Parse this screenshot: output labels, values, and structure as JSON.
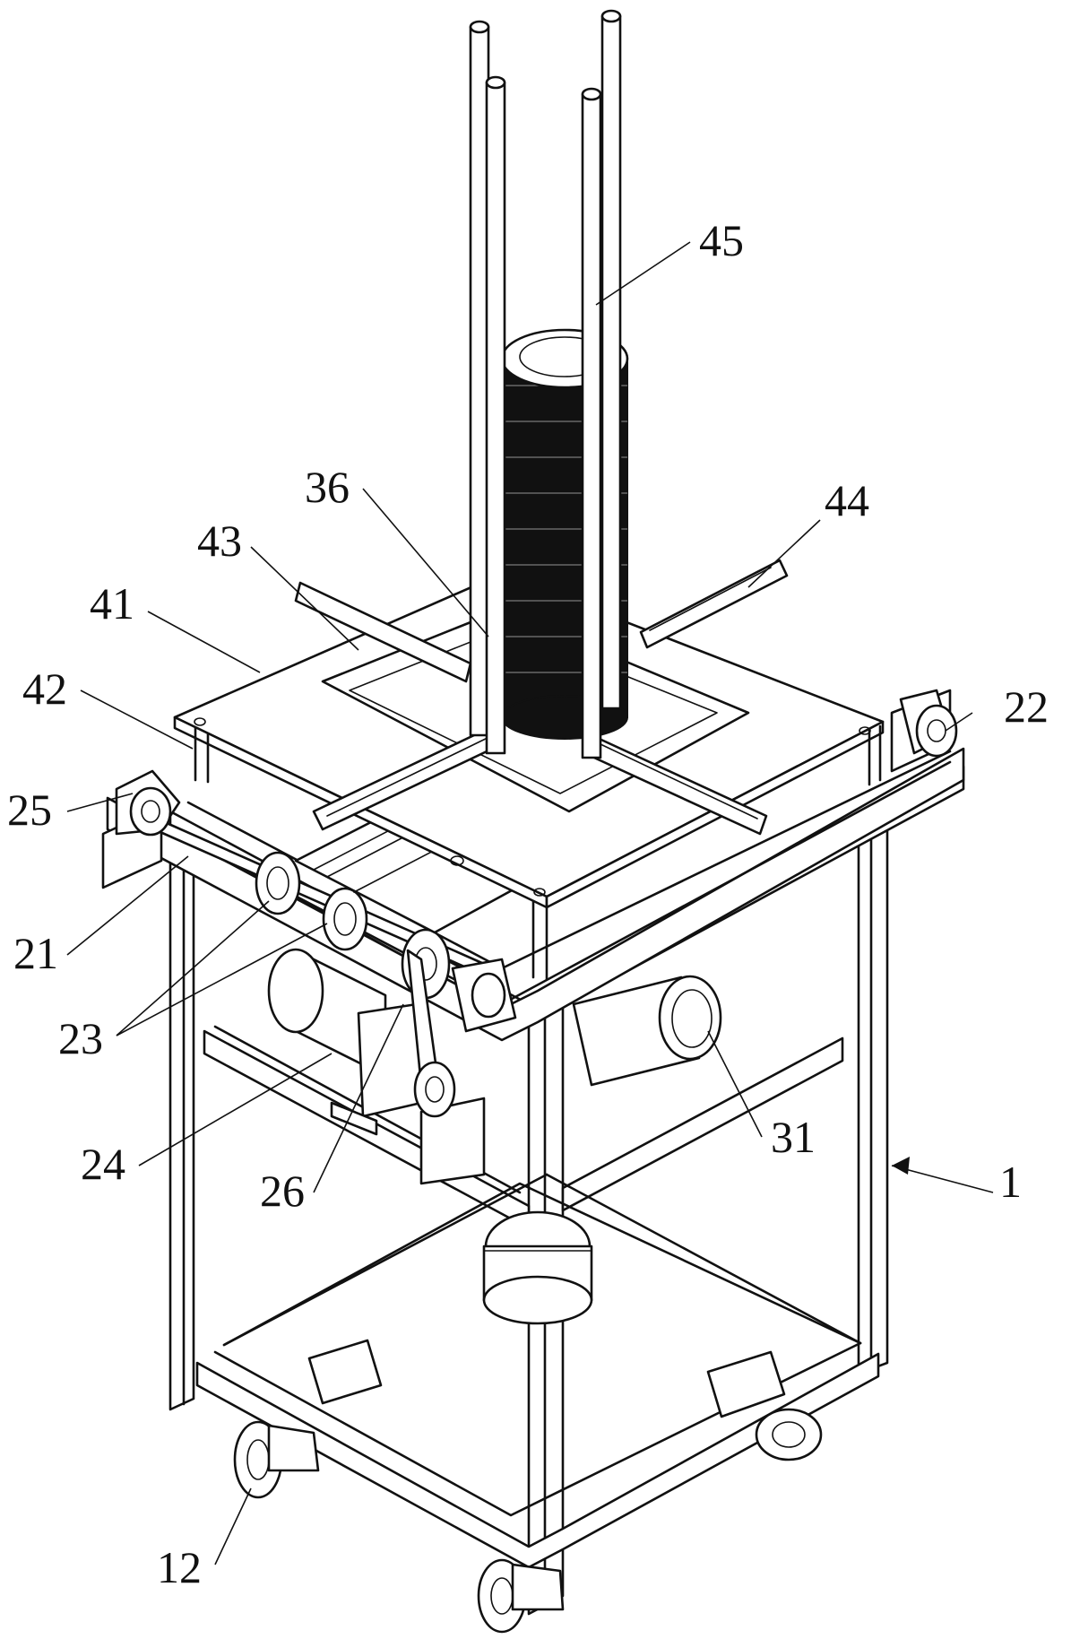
{
  "figure": {
    "callouts": [
      {
        "id": "c45",
        "text": "45"
      },
      {
        "id": "c36",
        "text": "36"
      },
      {
        "id": "c44",
        "text": "44"
      },
      {
        "id": "c43",
        "text": "43"
      },
      {
        "id": "c41",
        "text": "41"
      },
      {
        "id": "c42",
        "text": "42"
      },
      {
        "id": "c22",
        "text": "22"
      },
      {
        "id": "c25",
        "text": "25"
      },
      {
        "id": "c21",
        "text": "21"
      },
      {
        "id": "c23",
        "text": "23"
      },
      {
        "id": "c24",
        "text": "24"
      },
      {
        "id": "c26",
        "text": "26"
      },
      {
        "id": "c31",
        "text": "31"
      },
      {
        "id": "c1",
        "text": "1"
      },
      {
        "id": "c12",
        "text": "12"
      }
    ]
  }
}
